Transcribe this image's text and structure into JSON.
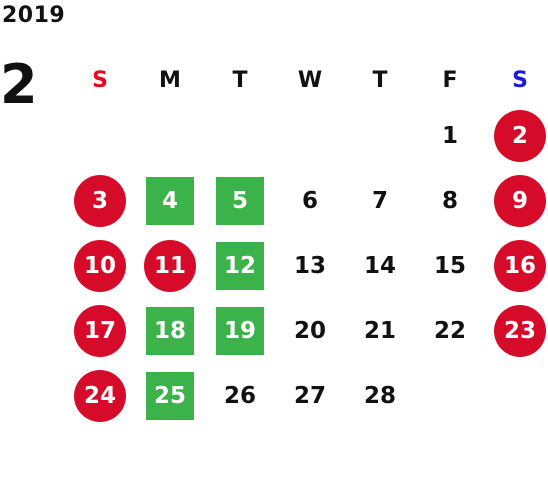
{
  "calendar": {
    "year": "2019",
    "month": "2",
    "weekdays": [
      "S",
      "M",
      "T",
      "W",
      "T",
      "F",
      "S"
    ],
    "colors": {
      "sunday_header": "#e20a1c",
      "saturday_header": "#1a1ad8",
      "holiday_circle": "#d60b2a",
      "highlight_square": "#3bb34a"
    },
    "weeks": [
      [
        {
          "label": "",
          "style": "none"
        },
        {
          "label": "",
          "style": "none"
        },
        {
          "label": "",
          "style": "none"
        },
        {
          "label": "",
          "style": "none"
        },
        {
          "label": "",
          "style": "none"
        },
        {
          "label": "1",
          "style": "plain"
        },
        {
          "label": "2",
          "style": "red"
        }
      ],
      [
        {
          "label": "3",
          "style": "red"
        },
        {
          "label": "4",
          "style": "green"
        },
        {
          "label": "5",
          "style": "green"
        },
        {
          "label": "6",
          "style": "plain"
        },
        {
          "label": "7",
          "style": "plain"
        },
        {
          "label": "8",
          "style": "plain"
        },
        {
          "label": "9",
          "style": "red"
        }
      ],
      [
        {
          "label": "10",
          "style": "red"
        },
        {
          "label": "11",
          "style": "red"
        },
        {
          "label": "12",
          "style": "green"
        },
        {
          "label": "13",
          "style": "plain"
        },
        {
          "label": "14",
          "style": "plain"
        },
        {
          "label": "15",
          "style": "plain"
        },
        {
          "label": "16",
          "style": "red"
        }
      ],
      [
        {
          "label": "17",
          "style": "red"
        },
        {
          "label": "18",
          "style": "green"
        },
        {
          "label": "19",
          "style": "green"
        },
        {
          "label": "20",
          "style": "plain"
        },
        {
          "label": "21",
          "style": "plain"
        },
        {
          "label": "22",
          "style": "plain"
        },
        {
          "label": "23",
          "style": "red"
        }
      ],
      [
        {
          "label": "24",
          "style": "red"
        },
        {
          "label": "25",
          "style": "green"
        },
        {
          "label": "26",
          "style": "plain"
        },
        {
          "label": "27",
          "style": "plain"
        },
        {
          "label": "28",
          "style": "plain"
        },
        {
          "label": "",
          "style": "none"
        },
        {
          "label": "",
          "style": "none"
        }
      ]
    ]
  }
}
